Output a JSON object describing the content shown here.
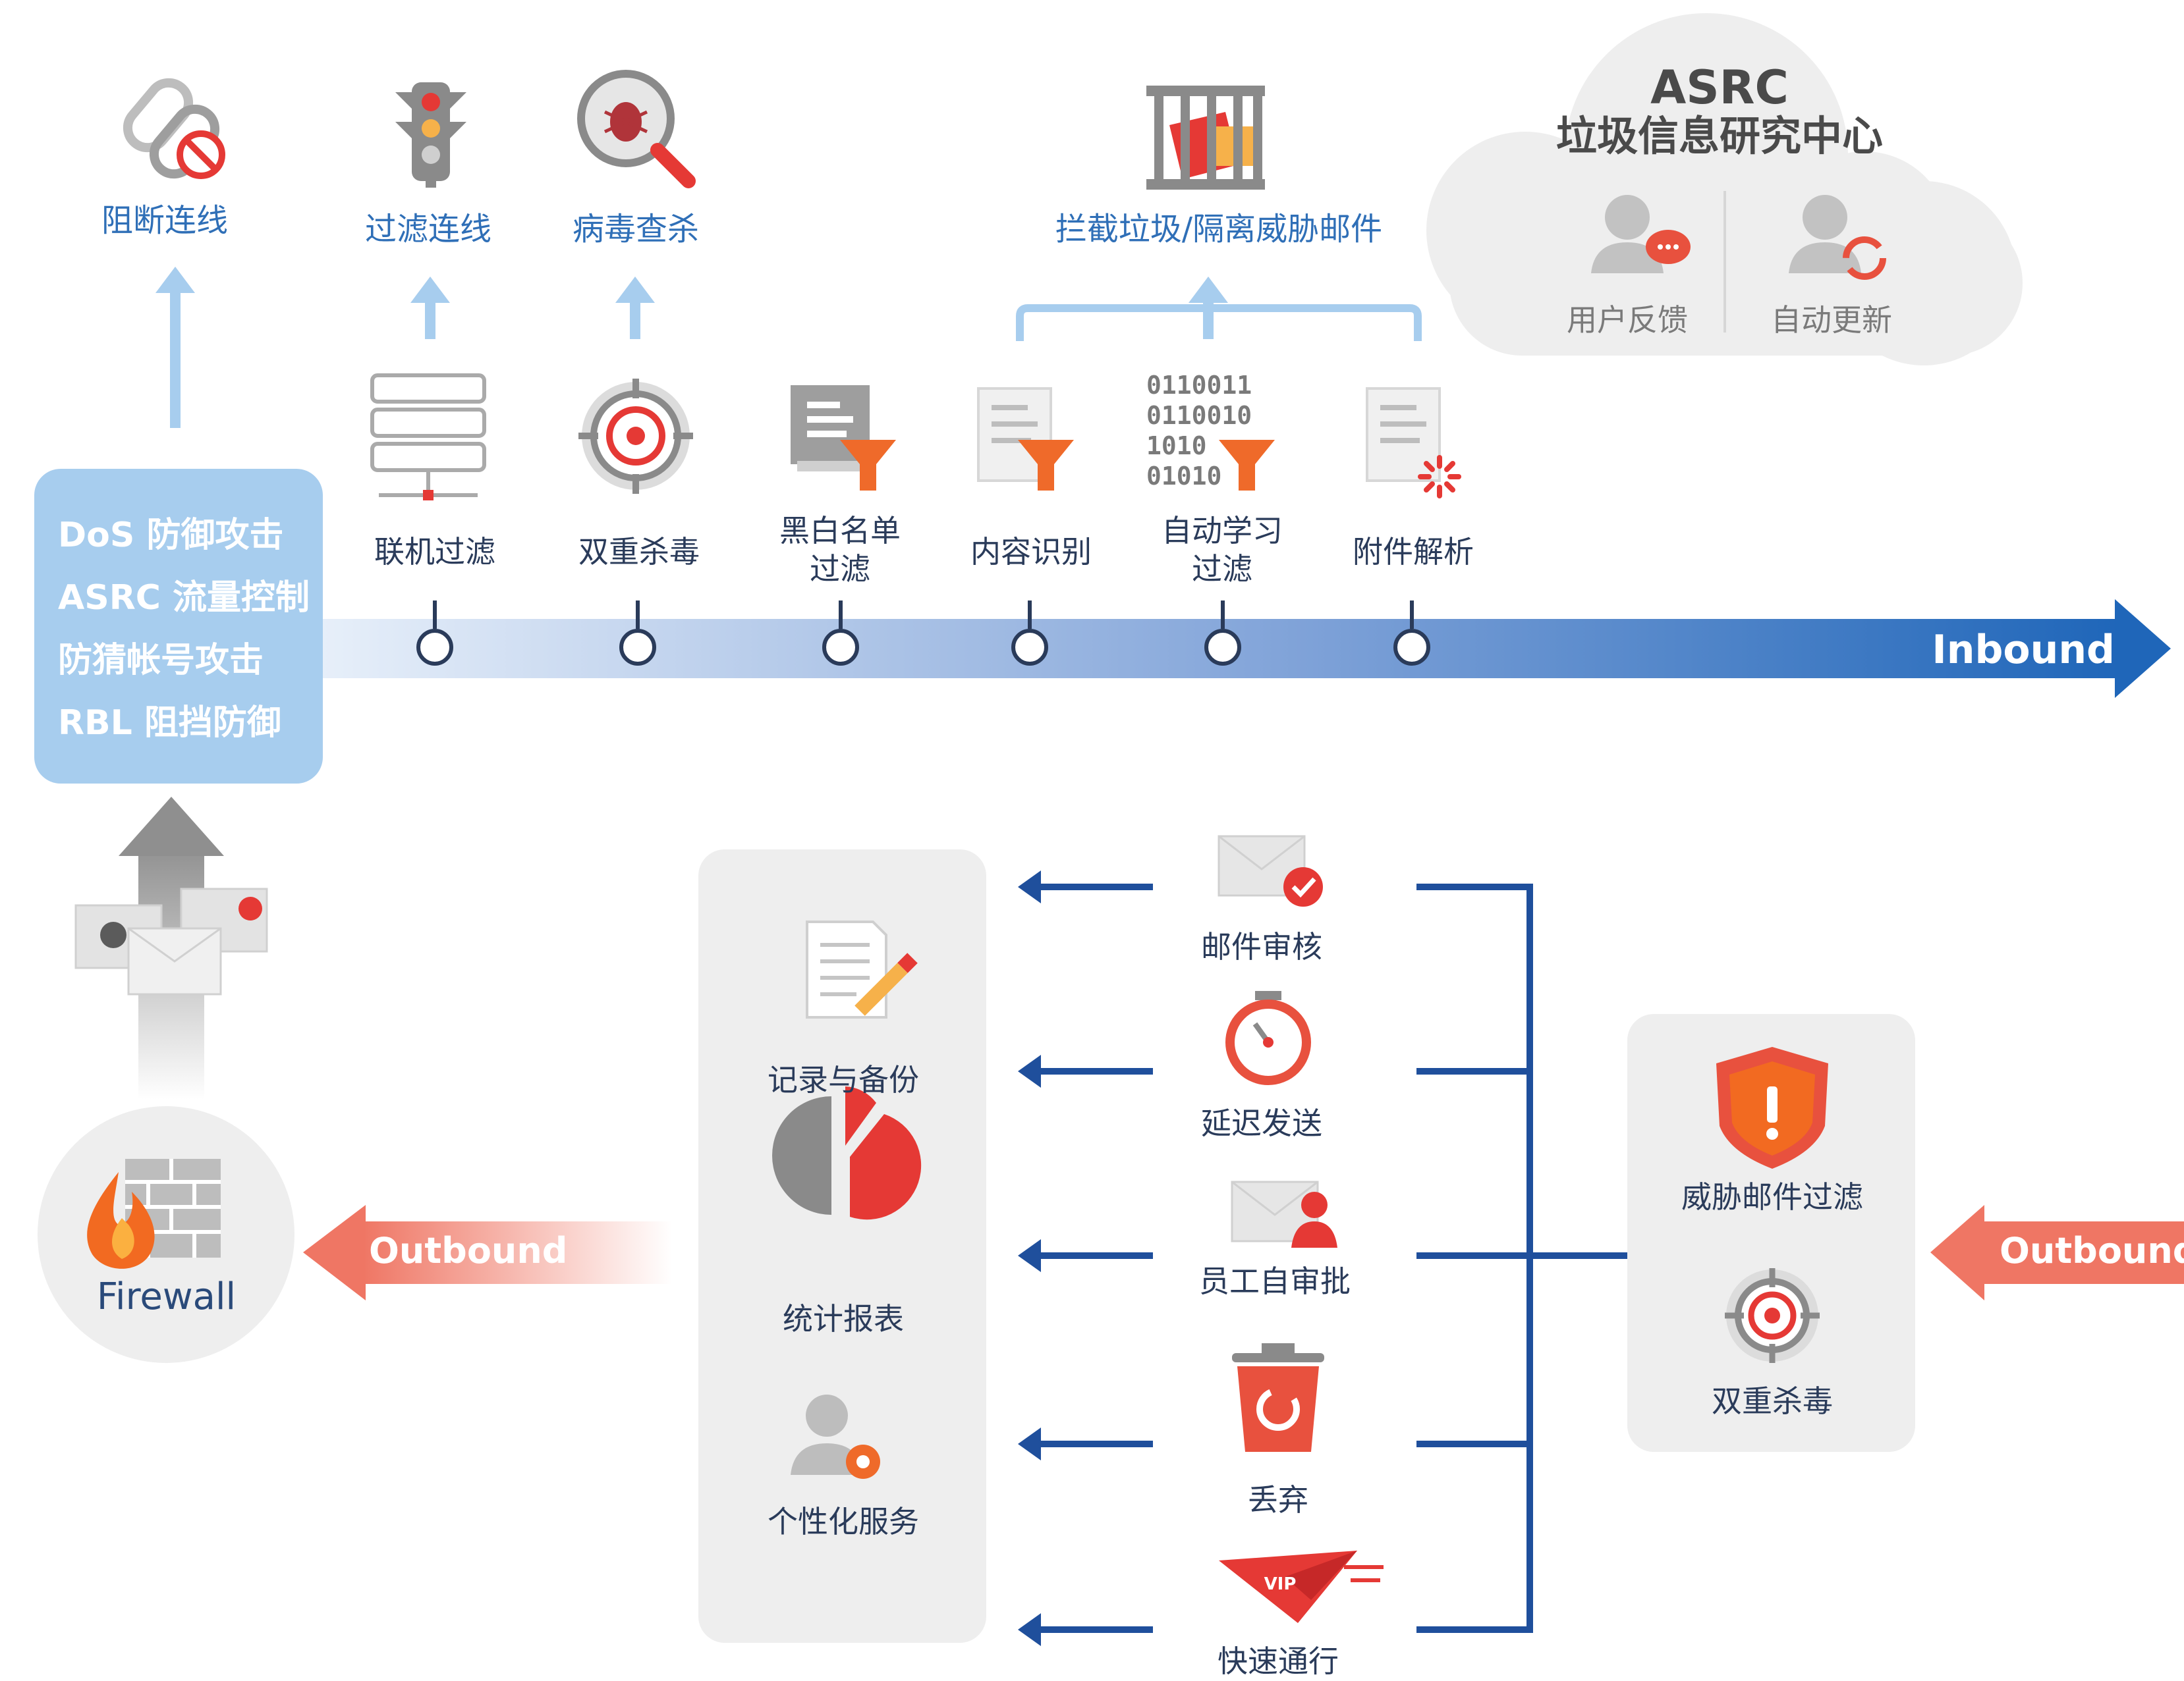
{
  "asrc": {
    "title": "ASRC",
    "subtitle": "垃圾信息研究中心",
    "feedback": "用户反馈",
    "update": "自动更新"
  },
  "top_actions": {
    "block": "阻断连线",
    "filter_conn": "过滤连线",
    "virus_scan": "病毒查杀",
    "quarantine": "拦截垃圾/隔离威胁邮件"
  },
  "defense": [
    "DoS 防御攻击",
    "ASRC 流量控制",
    "防猜帐号攻击",
    "RBL 阻挡防御"
  ],
  "inbound": {
    "label": "Inbound",
    "stages": [
      "联机过滤",
      "双重杀毒",
      "黑白名单过滤",
      "内容识别",
      "自动学习过滤",
      "附件解析"
    ],
    "binary": [
      "0110011",
      "0110010",
      "1010",
      "01010"
    ]
  },
  "firewall": "Firewall",
  "outbound_label": "Outbound",
  "services": [
    "记录与备份",
    "统计报表",
    "个性化服务"
  ],
  "actions": [
    "邮件审核",
    "延迟发送",
    "员工自审批",
    "丢弃",
    "快速通行"
  ],
  "vip": "VIP",
  "threat": {
    "filter": "威胁邮件过滤",
    "antivirus": "双重杀毒"
  },
  "colors": {
    "blue": "#2f6fb7",
    "dark_blue": "#1f4f9c",
    "red": "#e53935",
    "salmon": "#ef7664",
    "light_blue": "#a7cdee",
    "gray": "#eeeeee"
  }
}
